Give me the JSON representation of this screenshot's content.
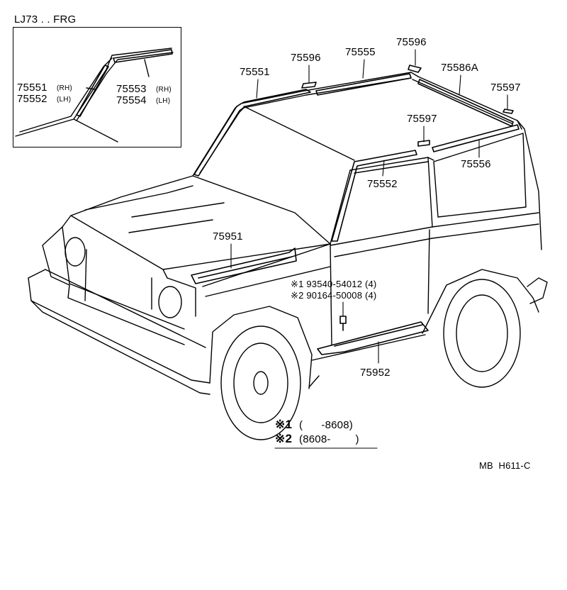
{
  "inset": {
    "title": "LJ73 . . FRG",
    "label_a_num": "75551",
    "label_a_side": "(RH)",
    "label_b_num": "75552",
    "label_b_side": "(LH)",
    "label_c_num": "75553",
    "label_c_side": "(RH)",
    "label_d_num": "75554",
    "label_d_side": "(LH)"
  },
  "parts": {
    "p75596_left": "75596",
    "p75555": "75555",
    "p75596_right": "75596",
    "p75551": "75551",
    "p75586A": "75586A",
    "p75597_top": "75597",
    "p75597_mid": "75597",
    "p75556": "75556",
    "p75552": "75552",
    "p75951": "75951",
    "p75952": "75952"
  },
  "fasteners": {
    "line1": "※1 93540-54012 (4)",
    "line2": "※2 90164-50008 (4)"
  },
  "legend": {
    "row1_mark": "※1",
    "row1_range": "(      -8608)",
    "row2_mark": "※2",
    "row2_range": "(8608-        )"
  },
  "footer_code": "MB  H611-C"
}
